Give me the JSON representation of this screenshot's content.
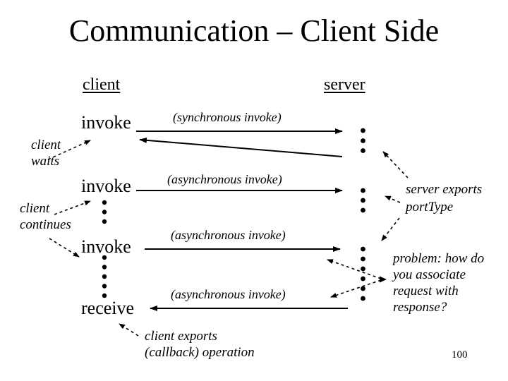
{
  "slide": {
    "title": "Communication – Client Side",
    "page_number": "100",
    "text_color": "#000000",
    "background_color": "#ffffff"
  },
  "headers": {
    "client": "client",
    "server": "server"
  },
  "client_timeline": {
    "invoke1": "invoke",
    "invoke2": "invoke",
    "invoke3": "invoke",
    "receive": "receive"
  },
  "arrow_labels": {
    "sync_invoke": "(synchronous invoke)",
    "async_invoke_1": "(asynchronous invoke)",
    "async_invoke_2": "(asynchronous invoke)",
    "async_invoke_3": "(asynchronous invoke)"
  },
  "annotations": {
    "client_waits": "client\nwaits",
    "client_continues": "client\ncontinues",
    "server_exports": "server exports\nportType",
    "problem": "problem: how do\nyou associate\nrequest with\nresponse?",
    "client_exports": "client exports\n(callback) operation"
  }
}
